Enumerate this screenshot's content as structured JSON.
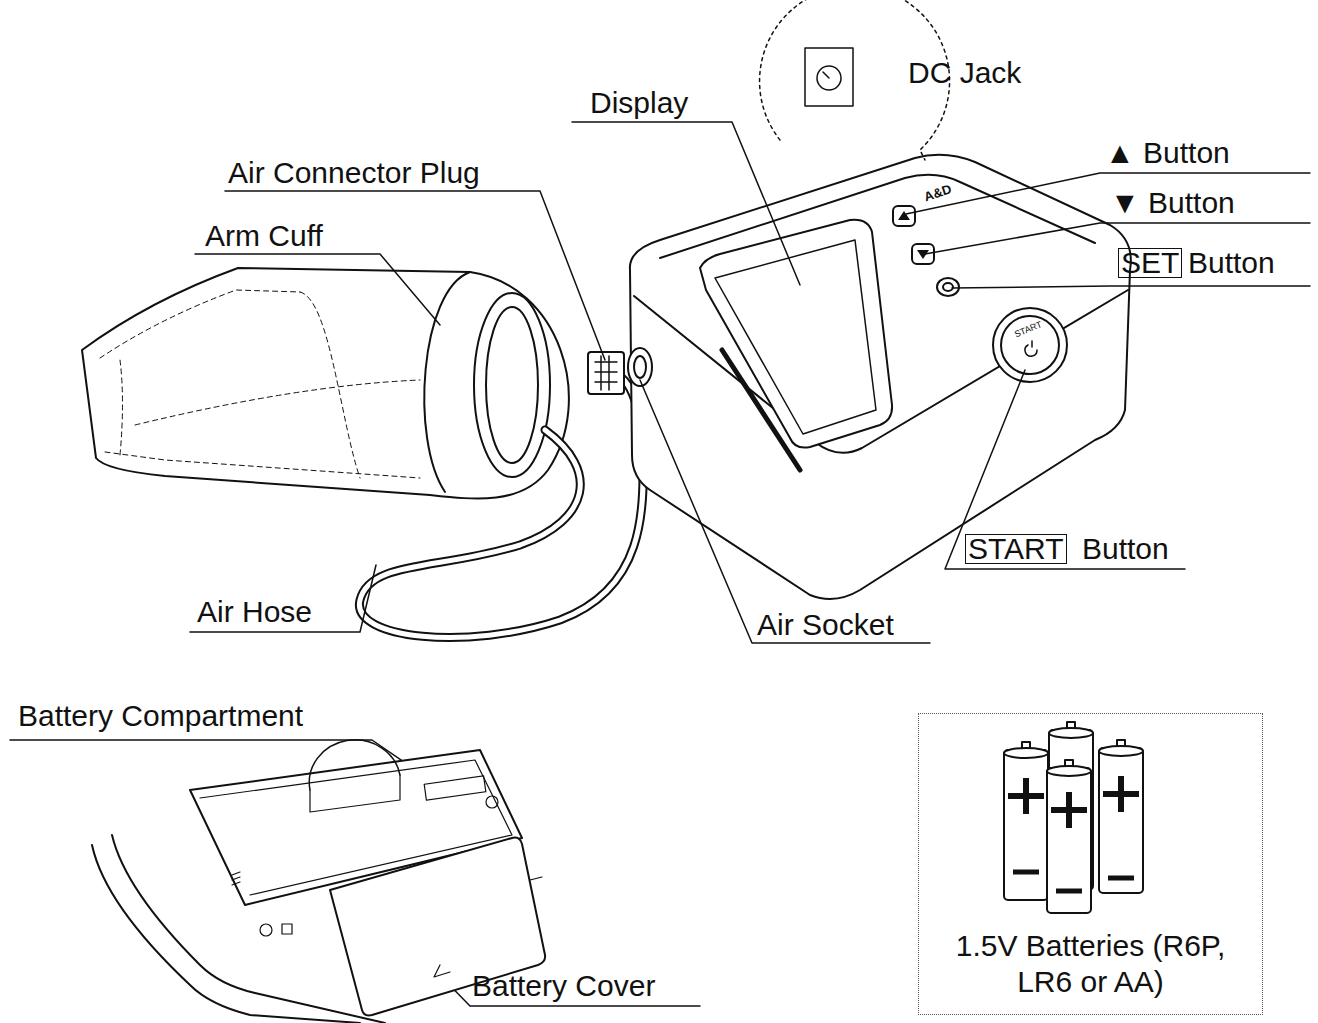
{
  "diagram": {
    "nodes": [
      {
        "text": [
          "1.5V Batteries (R6P, LR6 or AA)"
        ]
      }
    ],
    "labels": [
      "DC Jack",
      "Display",
      "▲ Button",
      "▼ Button",
      "SET",
      "Button",
      "Air Connector Plug",
      "Arm Cuff",
      "START",
      "Button",
      "Air Hose",
      "Air Socket",
      "Battery Compartment",
      "Battery Cover",
      "START",
      "A&D"
    ]
  }
}
